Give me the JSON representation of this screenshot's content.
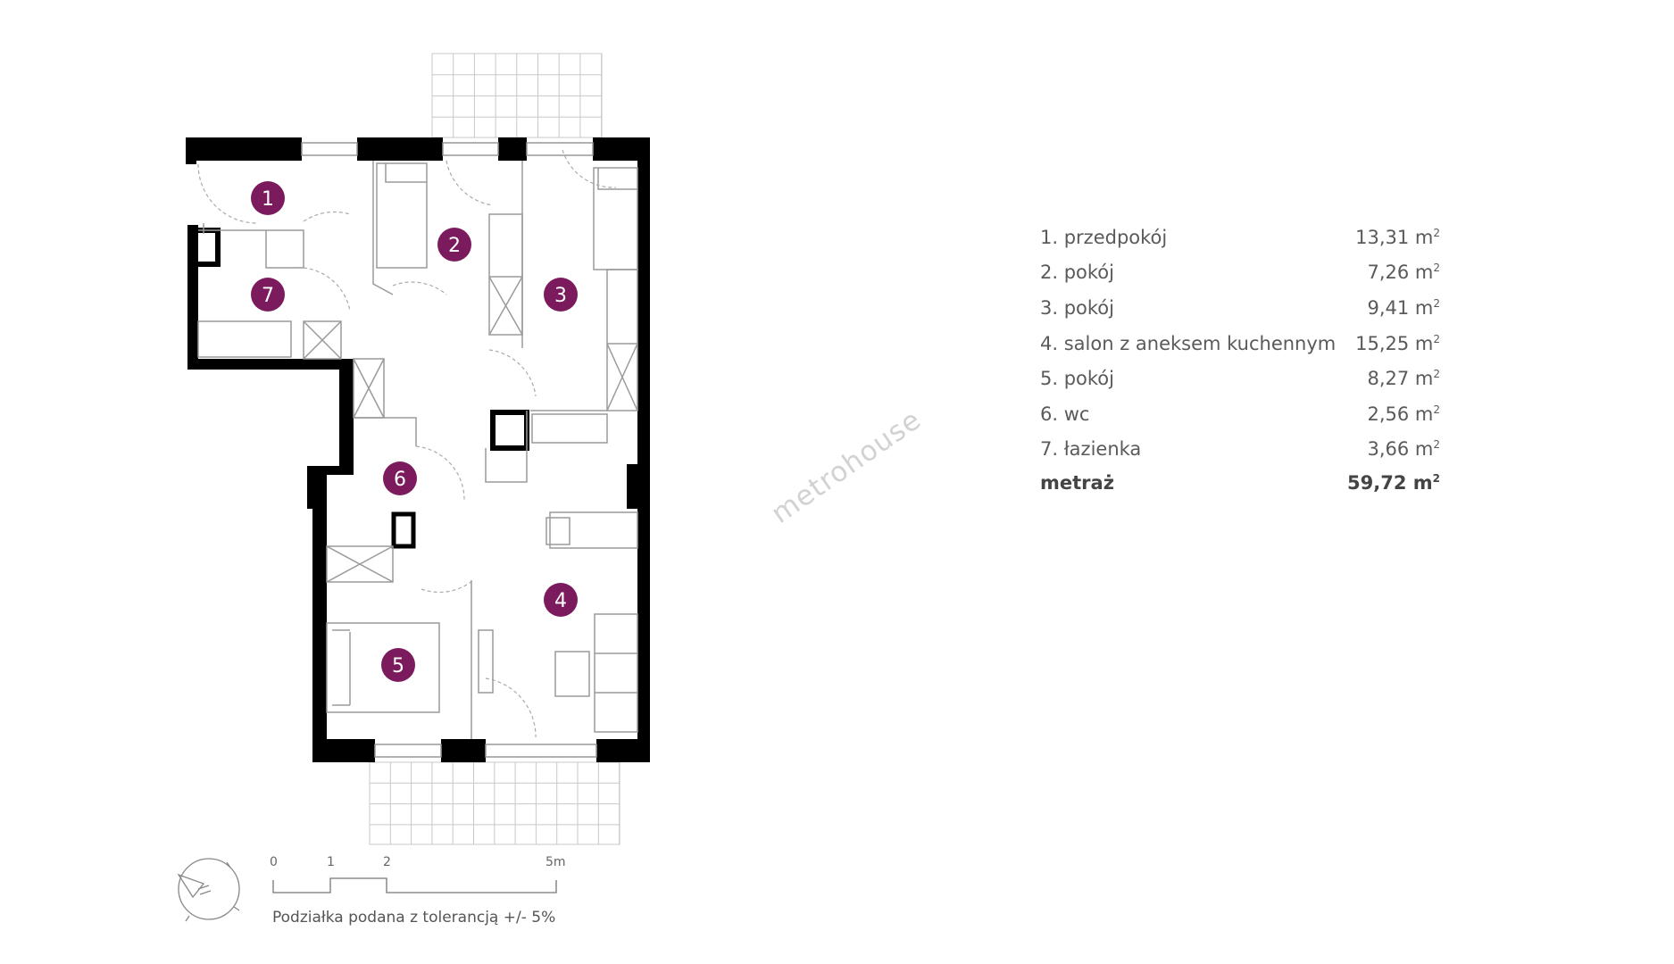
{
  "watermark": "metrohouse",
  "colors": {
    "room_marker": "#7b1a5d",
    "wall": "#000000",
    "line": "#9a9a9a"
  },
  "rooms": [
    {
      "num": "1"
    },
    {
      "num": "2"
    },
    {
      "num": "3"
    },
    {
      "num": "4"
    },
    {
      "num": "5"
    },
    {
      "num": "6"
    },
    {
      "num": "7"
    }
  ],
  "areas": [
    {
      "label": "1. przedpokój",
      "value": "13,31 m",
      "sup": "2"
    },
    {
      "label": "2. pokój",
      "value": "7,26 m",
      "sup": "2"
    },
    {
      "label": "3. pokój",
      "value": "9,41 m",
      "sup": "2"
    },
    {
      "label": "4. salon z aneksem kuchennym",
      "value": "15,25 m",
      "sup": "2"
    },
    {
      "label": "5. pokój",
      "value": "8,27 m",
      "sup": "2"
    },
    {
      "label": "6. wc",
      "value": "2,56 m",
      "sup": "2"
    },
    {
      "label": "7. łazienka",
      "value": "3,66 m",
      "sup": "2"
    }
  ],
  "total": {
    "label": "metraż",
    "value": "59,72 m",
    "sup": "2"
  },
  "scale": {
    "labels": [
      "0",
      "1",
      "2",
      "5m"
    ],
    "caption": "Podziałka podana z tolerancją +/- 5%"
  },
  "compass_icon": "north-arrow-icon"
}
